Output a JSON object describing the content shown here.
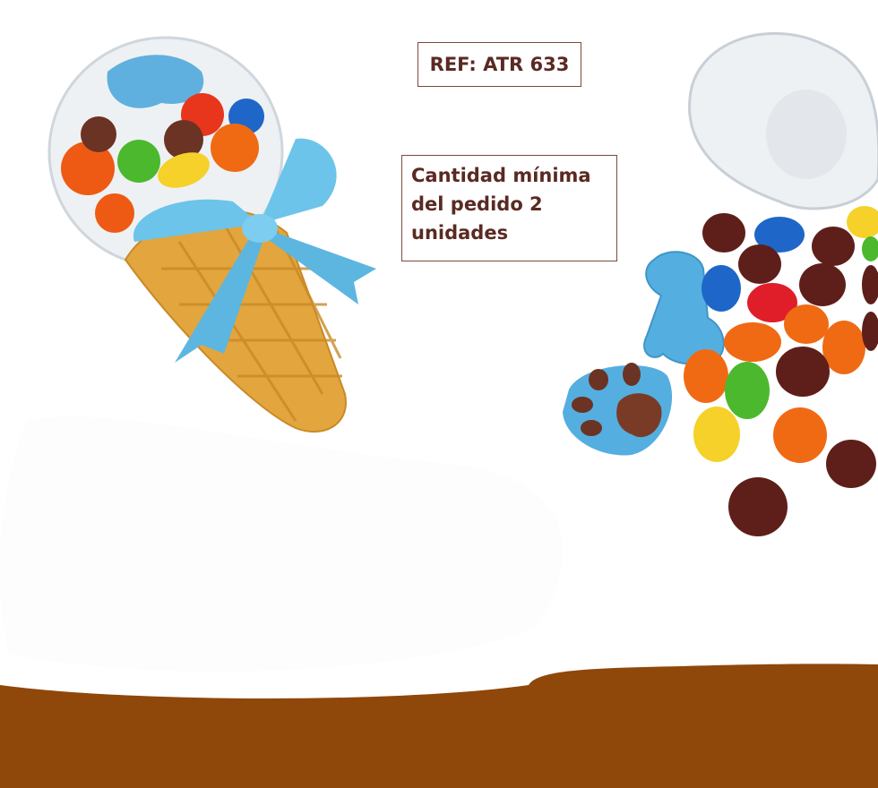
{
  "flyer": {
    "reference": "REF: ATR 633",
    "minimum_order": "Cantidad mínima del pedido 2 unidades"
  },
  "colors": {
    "text": "#5a2a22",
    "box_border": "#7a4a3a",
    "bottom_band": "#8f470a",
    "ribbon": "#6cc4ea",
    "cone": "#e3a53e"
  },
  "images": {
    "left_product": "ice-cream-cone-candy-favor",
    "right_product": "skull-container-with-candies"
  }
}
